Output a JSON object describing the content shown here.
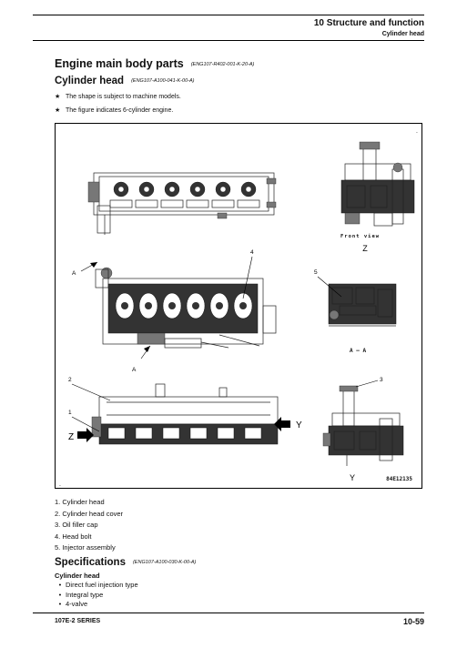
{
  "header": {
    "section_title": "10 Structure and function",
    "subsection": "Cylinder head"
  },
  "headings": {
    "main_title": "Engine main body parts",
    "main_code": "(ENG107-R402-001-K-20-A)",
    "sub_title": "Cylinder head",
    "sub_code": "(ENG107-A100-041-K-00-A)"
  },
  "notes": [
    {
      "star": "★",
      "text": "The shape is subject to machine models."
    },
    {
      "star": "★",
      "text": "The figure indicates 6-cylinder engine."
    }
  ],
  "figure": {
    "front_view": "Front view",
    "label_z_top": "Z",
    "label_aa": "A – A",
    "label_y": "Y",
    "label_y_bottom": "Y",
    "label_z": "Z",
    "label_a_left": "A",
    "label_a_bottom": "A",
    "code": "84E12135",
    "callouts": [
      "1",
      "2",
      "3",
      "4",
      "5"
    ]
  },
  "parts_list": [
    "1. Cylinder head",
    "2. Cylinder head cover",
    "3. Oil filler cap",
    "4. Head bolt",
    "5. Injector assembly"
  ],
  "specifications": {
    "title": "Specifications",
    "code": "(ENG107-A100-030-K-00-A)",
    "subtitle": "Cylinder head",
    "items": [
      {
        "bullet": "•",
        "text": "Direct fuel injection type"
      },
      {
        "bullet": "•",
        "text": "Integral type"
      },
      {
        "bullet": "•",
        "text": "4-valve"
      }
    ]
  },
  "footer": {
    "series": "107E-2 SERIES",
    "page": "10-59"
  }
}
